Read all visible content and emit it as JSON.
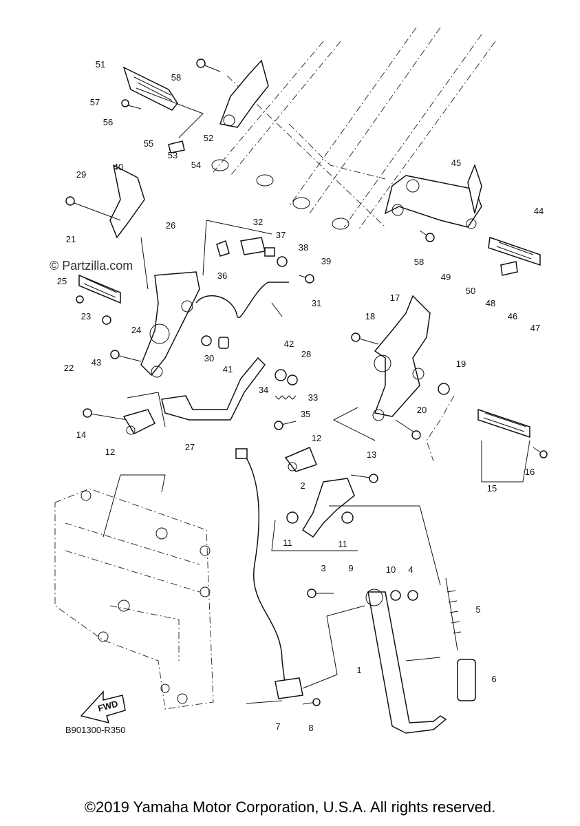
{
  "watermark": "© Partzilla.com",
  "reference_code": "B901300-R350",
  "fwd_label": "FWD",
  "copyright": "©2019 Yamaha Motor Corporation, U.S.A. All rights reserved.",
  "callouts": [
    "1",
    "2",
    "3",
    "4",
    "5",
    "6",
    "7",
    "8",
    "9",
    "10",
    "11",
    "11",
    "12",
    "12",
    "13",
    "14",
    "15",
    "16",
    "17",
    "18",
    "19",
    "20",
    "21",
    "22",
    "23",
    "24",
    "25",
    "26",
    "27",
    "28",
    "29",
    "30",
    "31",
    "32",
    "33",
    "34",
    "35",
    "36",
    "37",
    "38",
    "39",
    "40",
    "41",
    "42",
    "43",
    "44",
    "45",
    "46",
    "47",
    "48",
    "49",
    "50",
    "51",
    "52",
    "53",
    "54",
    "55",
    "56",
    "57",
    "58",
    "58"
  ]
}
